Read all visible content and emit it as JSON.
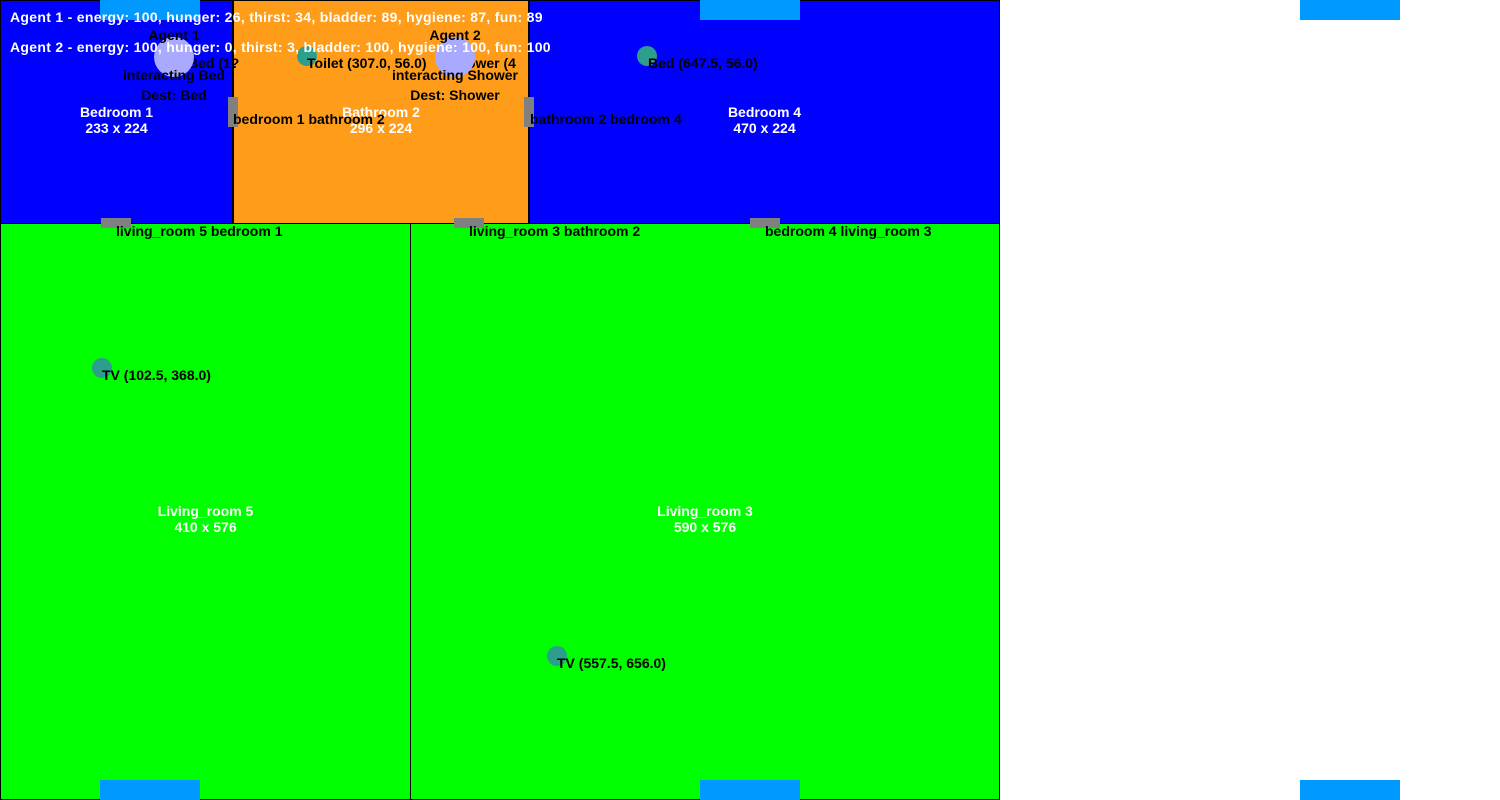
{
  "colors": {
    "bedroom": "#0000ff",
    "bathroom": "#ff9d1a",
    "living_room": "#00ff00",
    "window": "#0099ff",
    "door": "#808080",
    "object": "#2b9f8b",
    "agent": "#a9a9ff"
  },
  "rooms": {
    "bedroom1": {
      "name": "Bedroom 1",
      "size": "233 x 224"
    },
    "bathroom2": {
      "name": "Bathroom 2",
      "size": "296 x 224"
    },
    "bedroom4": {
      "name": "Bedroom 4",
      "size": "470 x 224"
    },
    "living5": {
      "name": "Living_room 5",
      "size": "410 x 576"
    },
    "living3": {
      "name": "Living_room 3",
      "size": "590 x 576"
    }
  },
  "doors": {
    "bed1_bath2": "bedroom 1 bathroom 2",
    "bath2_bed4": "bathroom 2 bedroom 4",
    "liv5_bed1": "living_room 5 bedroom 1",
    "liv3_bath2": "living_room 3 bathroom 2",
    "bed4_liv3": "bedroom 4 living_room 3"
  },
  "objects": {
    "bed1": {
      "label": "Bed (1?"
    },
    "toilet": {
      "label": "Toilet (307.0, 56.0)"
    },
    "shower": {
      "label": "Shower (4"
    },
    "bed4": {
      "label": "Bed (647.5, 56.0)"
    },
    "tv5": {
      "label": "TV (102.5, 368.0)"
    },
    "tv3": {
      "label": "TV (557.5, 656.0)"
    }
  },
  "agents": {
    "agent1": {
      "name": "Agent 1",
      "action": "interacting Bed",
      "dest": "Dest: Bed"
    },
    "agent2": {
      "name": "Agent 2",
      "action": "interacting Shower",
      "dest": "Dest: Shower"
    }
  },
  "status": {
    "agent1": "Agent 1 - energy: 100, hunger: 26, thirst: 34, bladder: 89, hygiene: 87, fun: 89",
    "agent2": "Agent 2 - energy: 100, hunger: 0, thirst: 3, bladder: 100, hygiene: 100, fun: 100"
  }
}
